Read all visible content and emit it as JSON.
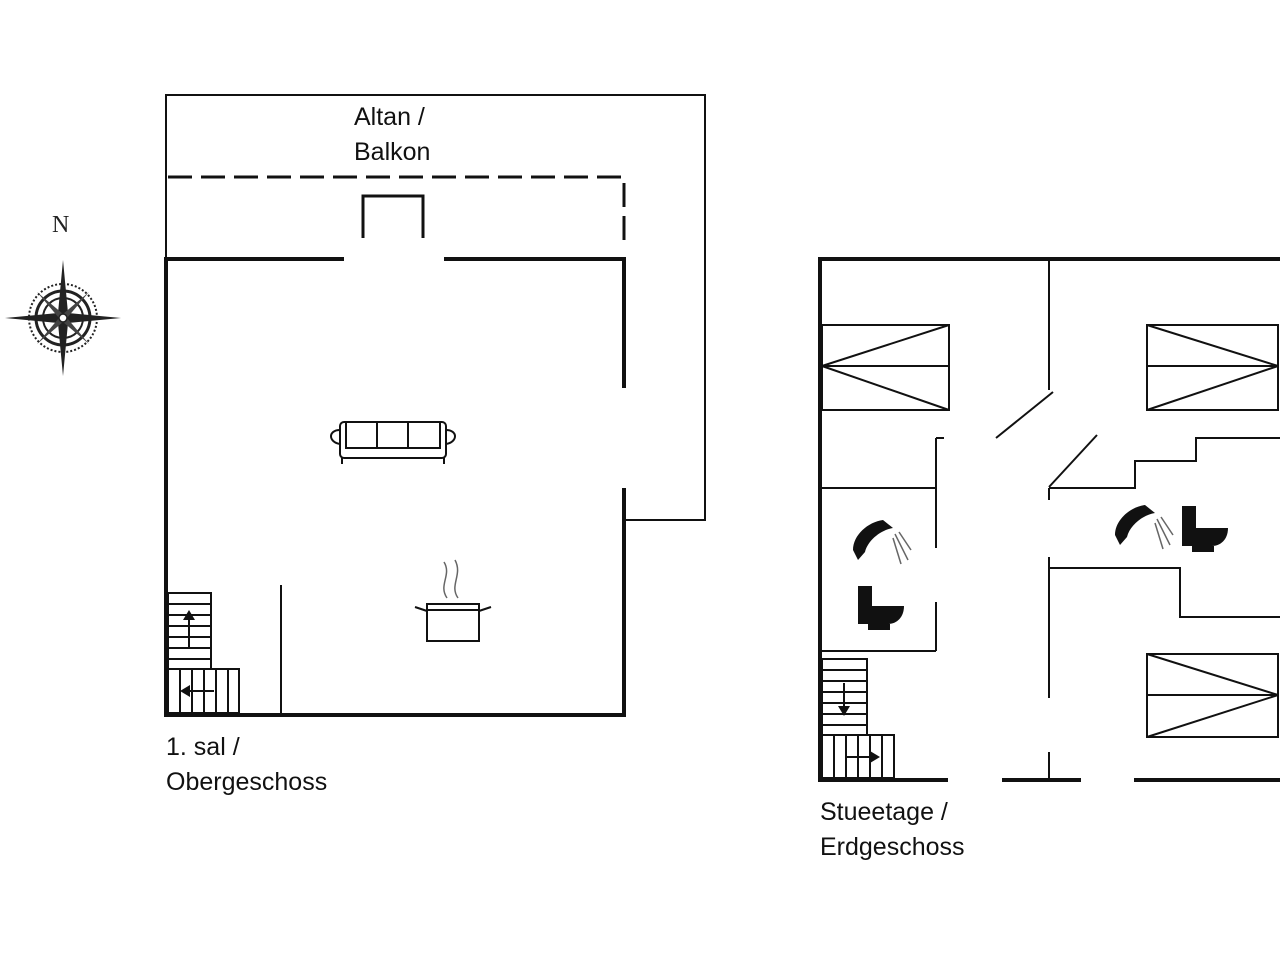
{
  "compass": {
    "north_label": "N",
    "icon": "compass-rose-icon"
  },
  "upper_floor": {
    "balcony_label_line1": "Altan /",
    "balcony_label_line2": "Balkon",
    "floor_label_line1": "1. sal /",
    "floor_label_line2": "Obergeschoss",
    "icons": [
      "sofa-icon",
      "cooking-pot-icon",
      "staircase-icon"
    ]
  },
  "ground_floor": {
    "floor_label_line1": "Stueetage /",
    "floor_label_line2": "Erdgeschoss",
    "icons": [
      "bed-icon",
      "shower-icon",
      "toilet-icon",
      "staircase-icon"
    ]
  },
  "colors": {
    "line": "#111111",
    "background": "#ffffff"
  }
}
